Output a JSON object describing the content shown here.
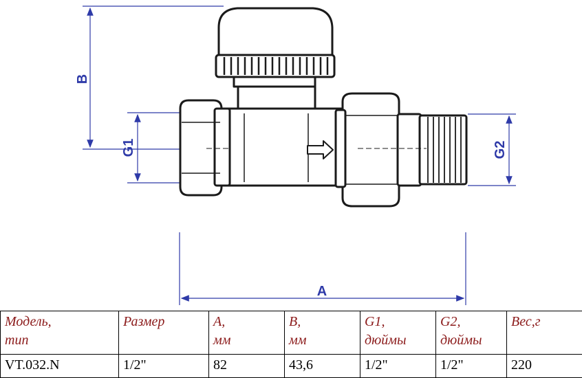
{
  "dimensions": {
    "A": "A",
    "B": "B",
    "G1": "G1",
    "G2": "G2"
  },
  "table": {
    "headers": [
      {
        "main": "Модель,",
        "sub": "тип"
      },
      {
        "main": "Размер",
        "sub": ""
      },
      {
        "main": "A,",
        "sub": "мм"
      },
      {
        "main": "B,",
        "sub": "мм"
      },
      {
        "main": "G1,",
        "sub": "дюймы"
      },
      {
        "main": "G2,",
        "sub": "дюймы"
      },
      {
        "main": "Вес,г",
        "sub": ""
      }
    ],
    "rows": [
      [
        "VT.032.N",
        "1/2\"",
        "82",
        "43,6",
        "1/2\"",
        "1/2\"",
        "220"
      ]
    ]
  },
  "colors": {
    "dimension": "#2e3aa8",
    "header_text": "#8b1a1a"
  }
}
